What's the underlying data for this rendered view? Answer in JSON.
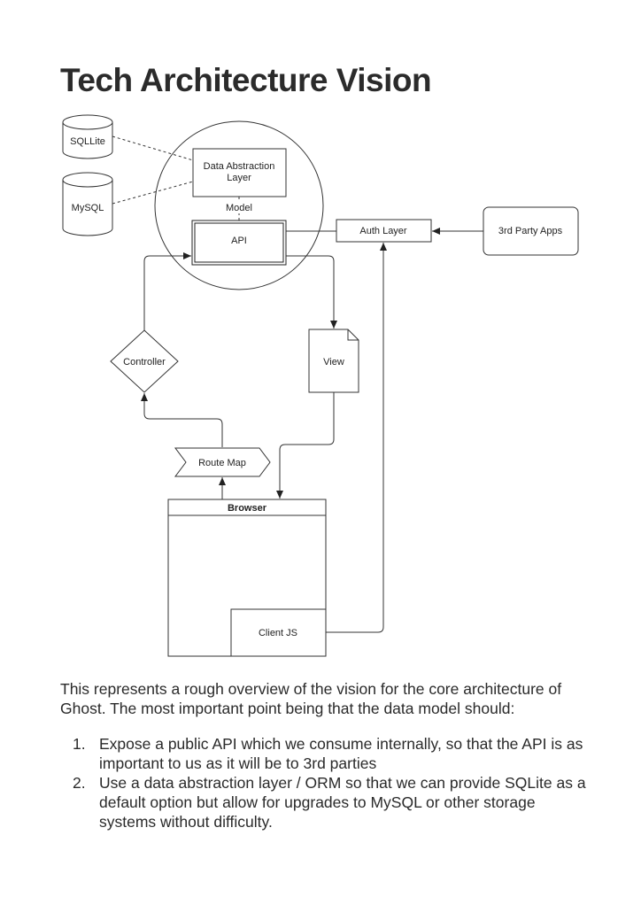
{
  "title": "Tech Architecture Vision",
  "diagram": {
    "sqllite": "SQLLite",
    "mysql": "MySQL",
    "dal_line1": "Data Abstraction",
    "dal_line2": "Layer",
    "model": "Model",
    "api": "API",
    "auth": "Auth Layer",
    "third_party": "3rd Party Apps",
    "controller": "Controller",
    "view": "View",
    "route_map": "Route Map",
    "browser": "Browser",
    "client_js": "Client JS"
  },
  "description": "This represents a rough overview of the vision for the core architecture of Ghost. The most important point being that the data model should:",
  "points": [
    {
      "number": "1.",
      "text": "Expose a public API which we consume internally, so that the API is as important to us as it will be to 3rd parties"
    },
    {
      "number": "2.",
      "text": "Use a data abstraction layer / ORM so that we can provide SQLite as a default option but allow for upgrades to MySQL or other storage systems without difficulty."
    }
  ]
}
